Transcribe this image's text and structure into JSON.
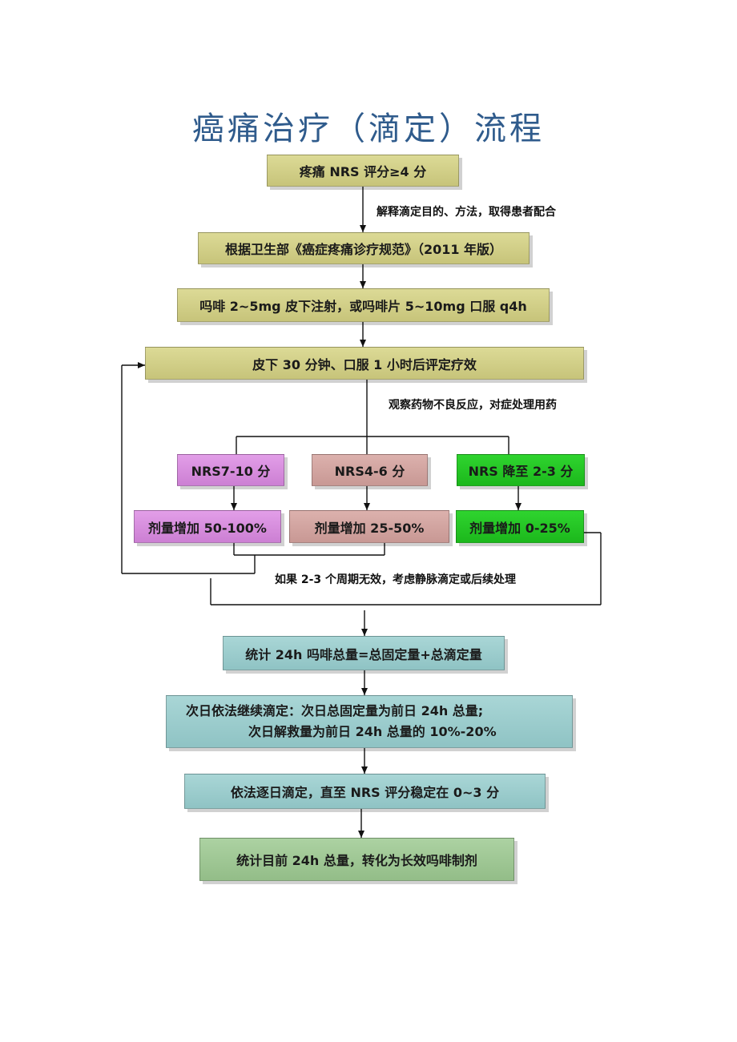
{
  "title": "癌痛治疗（滴定）流程",
  "nodes": {
    "start": "疼痛 NRS 评分≥4 分",
    "guideline": "根据卫生部《癌症疼痛诊疗规范》（2011 年版）",
    "morphine": "吗啡 2~5mg 皮下注射，或吗啡片 5~10mg 口服 q4h",
    "evaluate": "皮下 30 分钟、口服 1 小时后评定疗效",
    "nrs_high": "NRS7-10 分",
    "nrs_mid": "NRS4-6 分",
    "nrs_low": "NRS 降至 2-3 分",
    "dose_high": "剂量增加 50-100%",
    "dose_mid": "剂量增加 25-50%",
    "dose_low": "剂量增加 0-25%",
    "total": "统计 24h 吗啡总量=总固定量+总滴定量",
    "next_day_line1": "次日依法继续滴定：次日总固定量为前日 24h 总量;",
    "next_day_line2": "次日解救量为前日 24h 总量的 10%-20%",
    "daily": "依法逐日滴定，直至 NRS 评分稳定在 0~3 分",
    "convert": "统计目前 24h 总量，转化为长效吗啡制剂"
  },
  "notes": {
    "explain": "解释滴定目的、方法，取得患者配合",
    "observe": "观察药物不良反应，对症处理用药",
    "ineffective": "如果 2-3 个周期无效，考虑静脉滴定或后续处理"
  },
  "colors": {
    "olive": "#d2cf88",
    "magenta": "#d88fde",
    "rose": "#d2a5a1",
    "green": "#25c625",
    "teal": "#9ccdcd",
    "sage": "#a0c896",
    "title": "#2f5b8c"
  }
}
